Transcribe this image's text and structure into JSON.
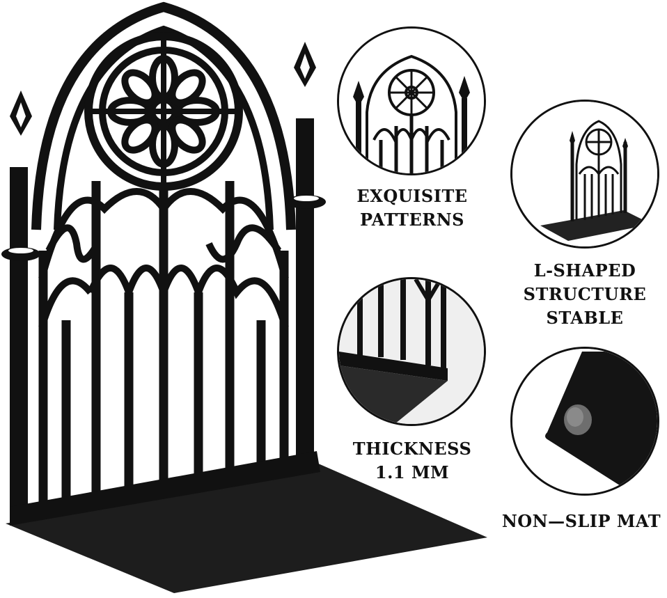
{
  "colors": {
    "metal": "#111111",
    "base": "#1d1d1d",
    "circle_bg": "#f2f2f2",
    "pad": "#6e6e6e"
  },
  "features": [
    {
      "icon": "gothic-pattern-closeup",
      "lines": [
        "EXQUISITE",
        "PATTERNS"
      ]
    },
    {
      "icon": "l-shaped-bookend",
      "lines": [
        "L-SHAPED",
        "STRUCTURE",
        "STABLE"
      ]
    },
    {
      "icon": "thickness-closeup",
      "lines": [
        "THICKNESS",
        "1.1 MM"
      ]
    },
    {
      "icon": "non-slip-pad",
      "lines": [
        "NON—SLIP MAT"
      ]
    }
  ]
}
